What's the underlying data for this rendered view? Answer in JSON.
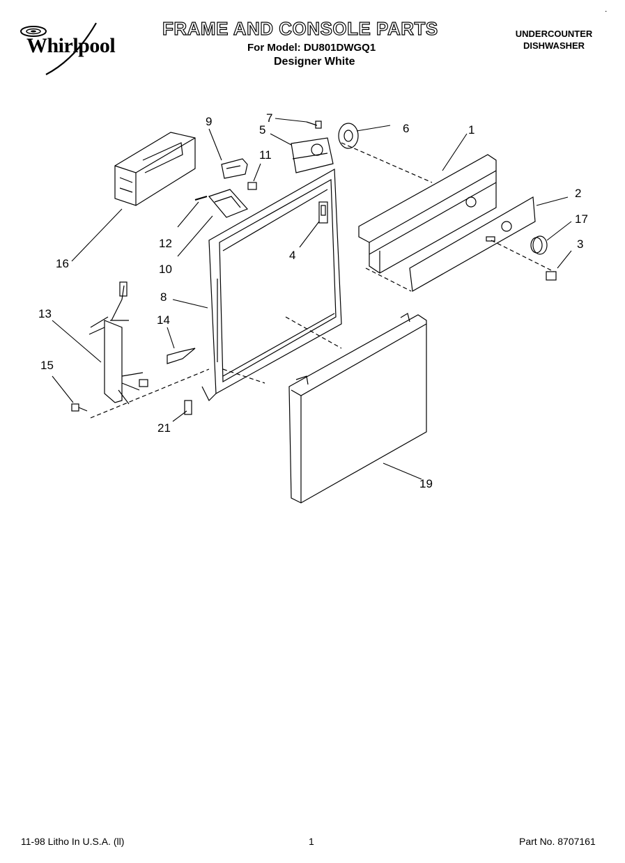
{
  "brand": "Whirlpool",
  "header": {
    "title": "FRAME AND CONSOLE PARTS",
    "model_line": "For Model: DU801DWGQ1",
    "color_line": "Designer White",
    "category_line1": "UNDERCOUNTER",
    "category_line2": "DISHWASHER",
    "corner_mark": "."
  },
  "callouts": [
    "1",
    "2",
    "3",
    "4",
    "5",
    "6",
    "7",
    "8",
    "9",
    "10",
    "11",
    "12",
    "13",
    "14",
    "15",
    "16",
    "17",
    "19",
    "21"
  ],
  "footer": {
    "litho": "11-98 Litho In U.S.A. (ll)",
    "page": "1",
    "part_no": "Part No. 8707161"
  }
}
